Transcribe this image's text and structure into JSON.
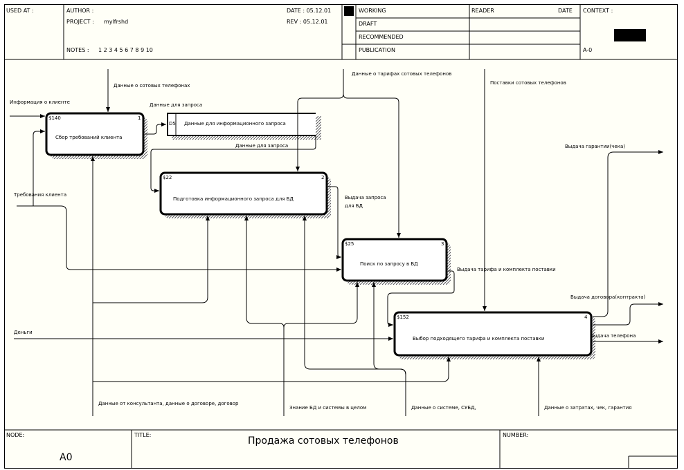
{
  "header": {
    "used_at": "USED AT :",
    "author": "AUTHOR :",
    "project": "PROJECT :",
    "project_value": "mylfrshd",
    "notes": "NOTES :",
    "notes_numbers": "1  2  3  4  5  6  7  8  9  10",
    "date": "DATE : 05.12.01",
    "rev": "REV :  05.12.01",
    "status": [
      "WORKING",
      "DRAFT",
      "RECOMMENDED",
      "PUBLICATION"
    ],
    "reader": "READER",
    "reader_date": "DATE",
    "context": "CONTEXT :",
    "context_node": "A-0"
  },
  "boxes": [
    {
      "cost": "$140",
      "num": "1",
      "label": "Сбор требований клиента"
    },
    {
      "cost": "$22",
      "num": "2",
      "label": "Подготовка информационного запроса для БД"
    },
    {
      "cost": "$25",
      "num": "3",
      "label": "Поиск по запросу в БД"
    },
    {
      "cost": "$152",
      "num": "4",
      "label": "Выбор подходящего тарифа и комплекта поставки"
    }
  ],
  "store": {
    "id": "D5",
    "label": "Данные для информационного запроса"
  },
  "arrows": {
    "phones_data": "Данные о сотовых телефонах",
    "client_info": "Информация о клиенте",
    "request_data_1": "Данные для запроса",
    "request_data_2": "Данные для запроса",
    "tariff_data": "Данные о тарифах сотовых телефонов",
    "phone_supplies": "Поставки сотовых телефонов",
    "warranty_out": "Выдача гарантии(чека)",
    "client_reqs": "Требования клиента",
    "query_out": "Выдача запроса для БД",
    "tariff_out": "Выдача тарифа и комплекта поставки",
    "contract_out": "Выдача договора(контракта)",
    "money": "Деньги",
    "phone_out": "Выдача телефона",
    "consultant_data": "Данные от консультанта, данные о договоре, договор",
    "db_knowledge": "Знание БД и системы в целом",
    "system_data": "Данные о системе,  СУБД,",
    "costs_data": "Данные о затратах, чек, гарантия"
  },
  "footer": {
    "node": "NODE:",
    "node_value": "A0",
    "title": "TITLE:",
    "title_value": "Продажа сотовых телефонов",
    "number": "NUMBER:"
  }
}
